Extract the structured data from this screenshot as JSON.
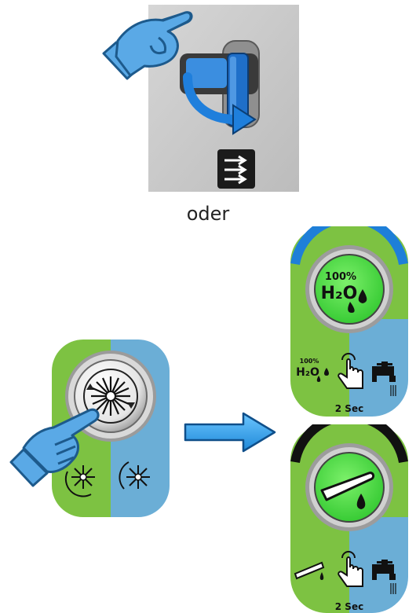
{
  "separator_word": "oder",
  "photo": {
    "hand_icon": "pointing-hand-icon",
    "switch": "lever-switch",
    "arrow": "curved-arrow-icon",
    "badge_icon": "triple-arrow-icon"
  },
  "left_panel": {
    "icon": "brush-rotate-icon",
    "small_icons": [
      "brush-icon",
      "brush-icon"
    ],
    "colors": {
      "left": "#7dc242",
      "right": "#6baed6"
    }
  },
  "water_panel": {
    "button_line1": "100%",
    "button_line2": "H₂O",
    "small_line1": "100%",
    "small_line2": "H₂O",
    "hold_time": "2 Sec",
    "ring_color": "#1e7fd8",
    "button_color": "#55e04a"
  },
  "acid_panel": {
    "hold_time": "2 Sec",
    "ring_color": "#111111",
    "button_color": "#55e04a"
  },
  "colors": {
    "green": "#7dc242",
    "blue": "#6baed6",
    "glove": "#5aa9e6",
    "glove_outline": "#1d5a8c"
  }
}
